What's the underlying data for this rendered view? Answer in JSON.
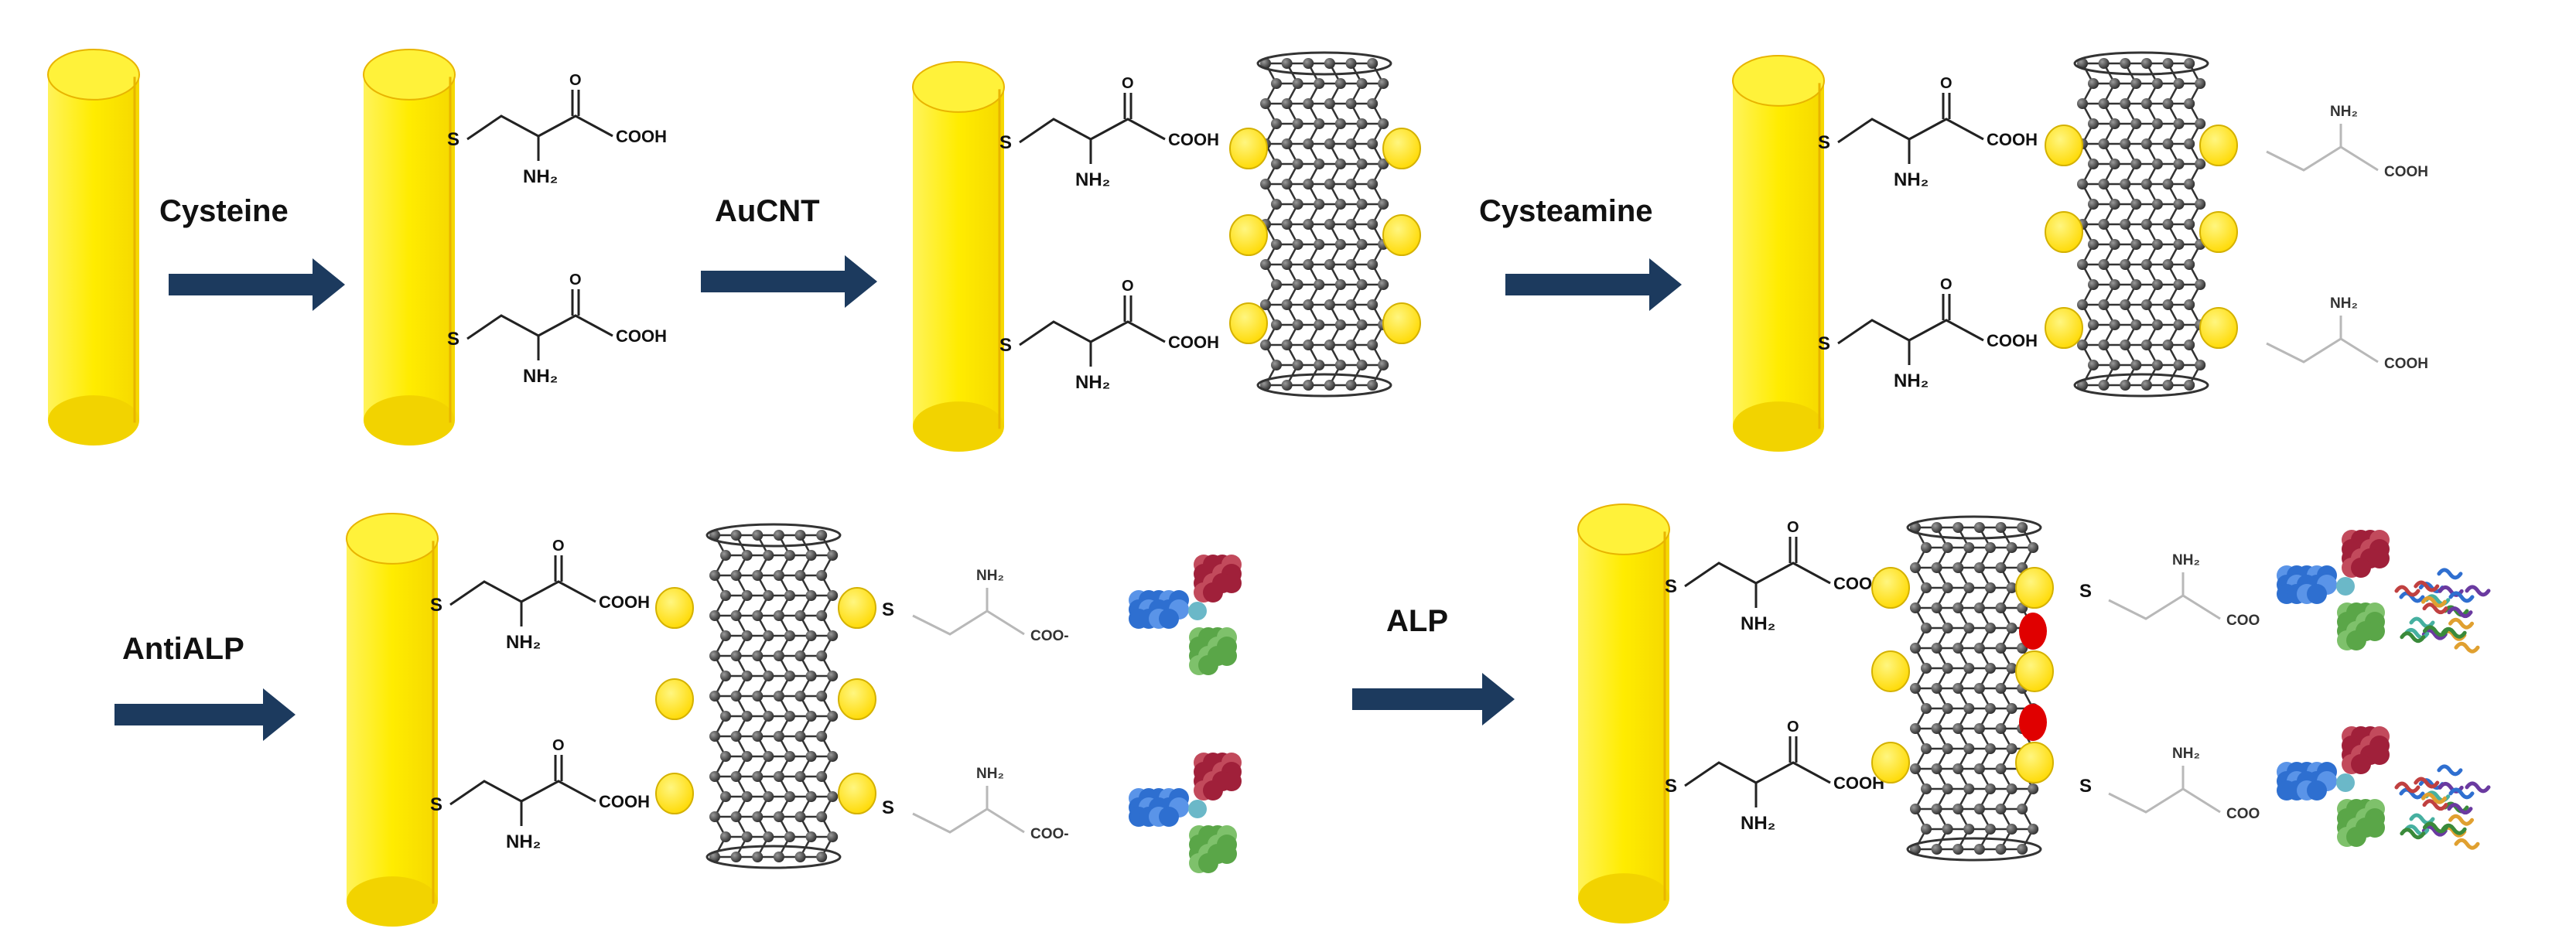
{
  "diagram": {
    "steps": [
      {
        "label": "Cysteine"
      },
      {
        "label": "AuCNT"
      },
      {
        "label": "Cysteamine"
      },
      {
        "label": "AntiALP"
      },
      {
        "label": "ALP"
      }
    ],
    "chem_text": {
      "s": "S",
      "o": "O",
      "nh2": "NH₂",
      "cooh": "COOH",
      "coo": "COO-",
      "coo_short": "COO"
    },
    "colors": {
      "gold_electrode": "#ffec00",
      "gold_edge": "#e8b400",
      "arrow": "#1c3a5e",
      "nanoparticle": "#ffe200",
      "nanotube": "#333333",
      "alp_marker": "#e00000",
      "antibody_heavy": "#a0203a",
      "antibody_light": "#2e6fd0",
      "antibody_green": "#5aa648"
    }
  }
}
